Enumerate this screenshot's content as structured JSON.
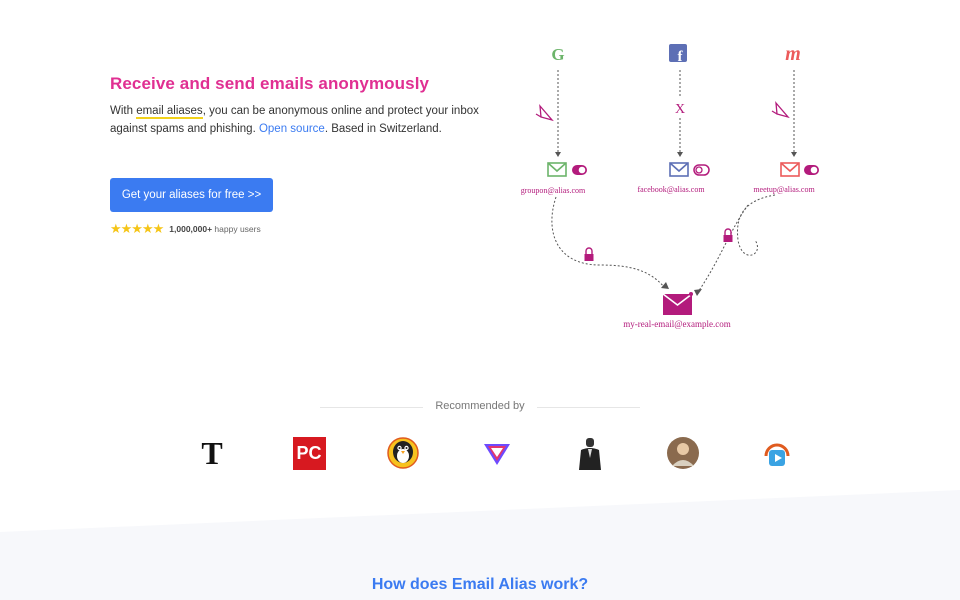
{
  "hero": {
    "title": "Receive and send emails anonymously",
    "desc_prefix": "With ",
    "desc_highlight": "email aliases",
    "desc_middle": ", you can be anonymous online and protect your inbox against spams and phishing. ",
    "desc_link": "Open source",
    "desc_suffix": ". Based in Switzerland.",
    "cta_label": "Get your aliases for free >>",
    "stars": "★★★★★",
    "users_count": "1,000,000+",
    "users_label": " happy users"
  },
  "diagram": {
    "aliases": [
      {
        "service": "google",
        "letter": "G",
        "address": "groupon@alias.com",
        "enabled": true,
        "status": "plane"
      },
      {
        "service": "facebook",
        "letter": "f",
        "address": "facebook@alias.com",
        "enabled": false,
        "status": "X"
      },
      {
        "service": "meetup",
        "letter": "m",
        "address": "meetup@alias.com",
        "enabled": true,
        "status": "plane"
      }
    ],
    "real_email": "my-real-email@example.com",
    "colors": {
      "accent": "#b31b7c",
      "google": "#6cb46a",
      "facebook": "#5d6fb5",
      "meetup": "#ec5a5a"
    }
  },
  "recommended": {
    "label": "Recommended by",
    "logos": [
      "nytimes-logo",
      "pcmag-logo",
      "penguin-logo",
      "proton-logo",
      "suit-person-logo",
      "photo-avatar-logo",
      "privacy-tool-logo"
    ]
  },
  "how": {
    "title": "How does Email Alias work?"
  },
  "colors": {
    "brand_pink": "#e02f92",
    "brand_blue": "#3b7bf1",
    "footer_bg": "#f7f8fb"
  }
}
